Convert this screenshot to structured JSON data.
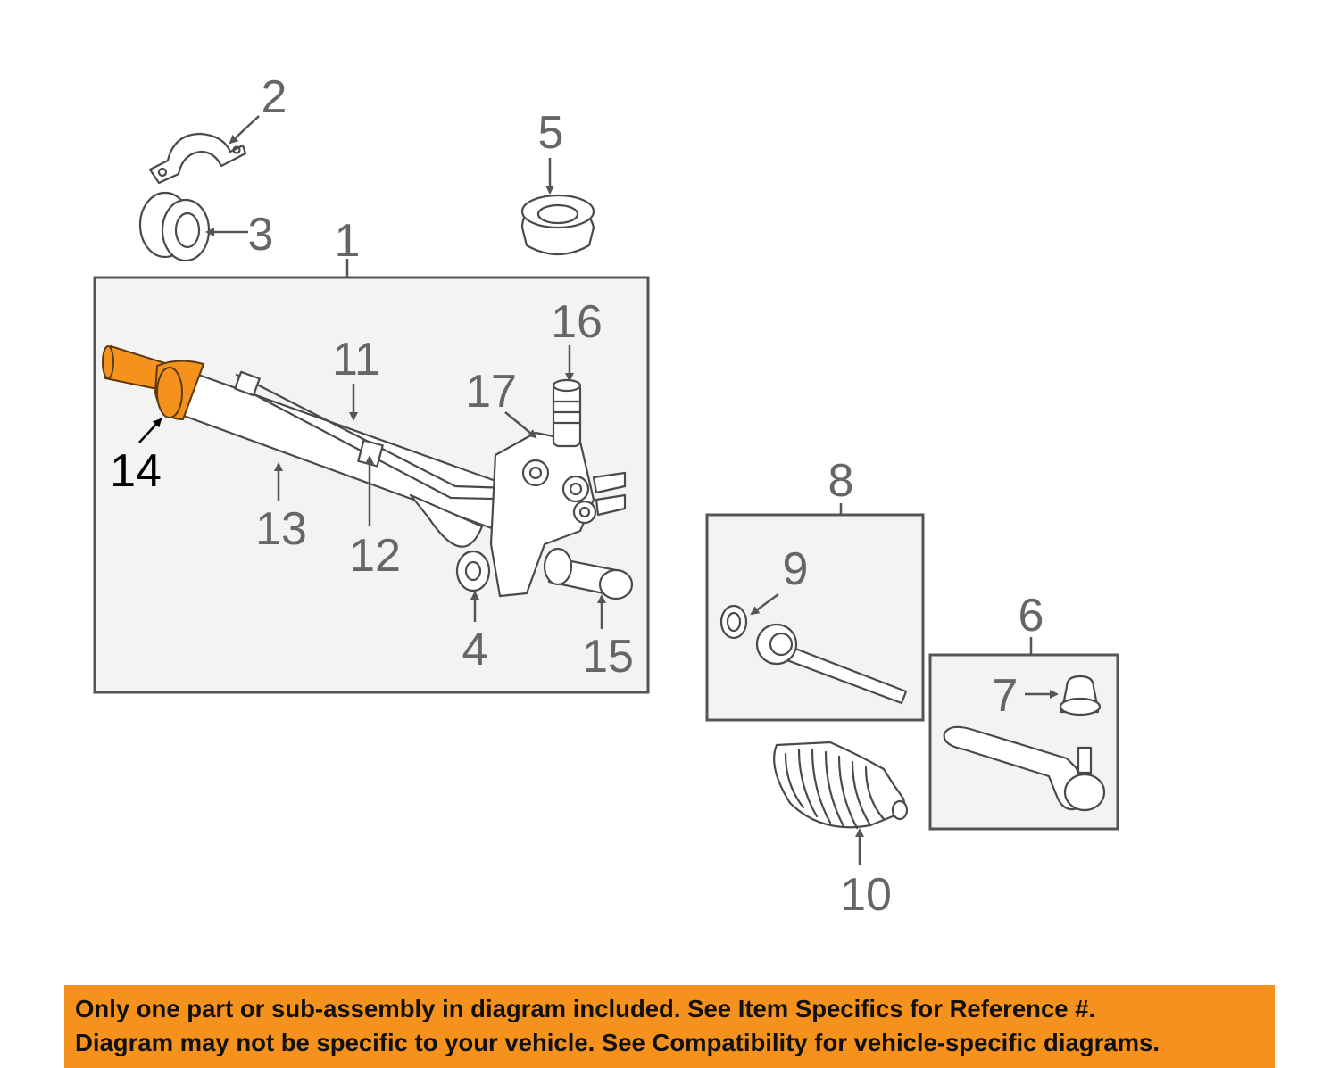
{
  "callouts": {
    "n1": "1",
    "n2": "2",
    "n3": "3",
    "n4": "4",
    "n5": "5",
    "n6": "6",
    "n7": "7",
    "n8": "8",
    "n9": "9",
    "n10": "10",
    "n11": "11",
    "n12": "12",
    "n13": "13",
    "n14": "14",
    "n15": "15",
    "n16": "16",
    "n17": "17"
  },
  "highlighted_part": "14",
  "colors": {
    "highlight": "#f5921e",
    "banner": "#f5921e",
    "box_fill": "#f3f3f3",
    "line": "#555555"
  },
  "banner": {
    "line1": "Only one part or sub-assembly in diagram included. See Item Specifics for Reference #.",
    "line2": "Diagram may not be specific to your vehicle. See Compatibility for vehicle-specific diagrams."
  }
}
